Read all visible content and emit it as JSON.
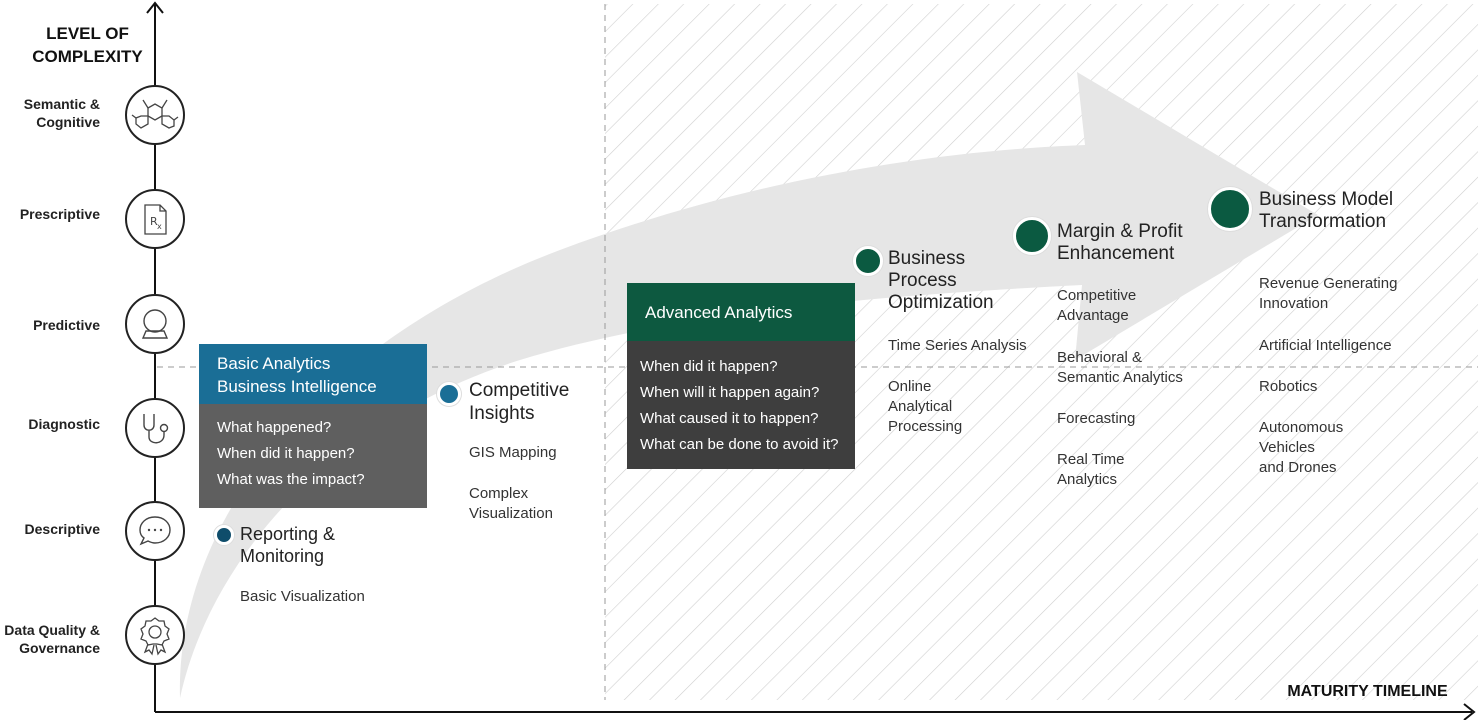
{
  "axes": {
    "y_title_line1": "LEVEL OF",
    "y_title_line2": "COMPLEXITY",
    "x_title": "MATURITY TIMELINE"
  },
  "levels": [
    {
      "line1": "Semantic &",
      "line2": "Cognitive",
      "icon": "molecule-icon"
    },
    {
      "line1": "Prescriptive",
      "line2": "",
      "icon": "prescription-icon"
    },
    {
      "line1": "Predictive",
      "line2": "",
      "icon": "crystal-ball-icon"
    },
    {
      "line1": "Diagnostic",
      "line2": "",
      "icon": "stethoscope-icon"
    },
    {
      "line1": "Descriptive",
      "line2": "",
      "icon": "speech-bubble-icon"
    },
    {
      "line1": "Data Quality &",
      "line2": "Governance",
      "icon": "award-ribbon-icon"
    }
  ],
  "panels": {
    "basic": {
      "title_line1": "Basic Analytics",
      "title_line2": "Business Intelligence",
      "items": [
        "What happened?",
        "When did it happen?",
        "What was the impact?"
      ]
    },
    "advanced": {
      "title": "Advanced Analytics",
      "items": [
        "When did it happen?",
        "When will it happen again?",
        "What caused it to happen?",
        "What can be done to avoid it?"
      ]
    }
  },
  "stages": {
    "reporting": {
      "title_line1": "Reporting &",
      "title_line2": "Monitoring",
      "items": [
        "Basic Visualization"
      ]
    },
    "competitive": {
      "title_line1": "Competitive",
      "title_line2": "Insights",
      "items": [
        "GIS Mapping",
        "Complex",
        "Visualization"
      ]
    },
    "bpo": {
      "title_line1": "Business",
      "title_line2": "Process",
      "title_line3": "Optimization",
      "items": [
        "Time Series Analysis",
        "Online",
        "Analytical",
        "Processing"
      ]
    },
    "margin": {
      "title_line1": "Margin & Profit",
      "title_line2": "Enhancement",
      "items": [
        "Competitive",
        "Advantage",
        "Behavioral &",
        "Semantic Analytics",
        "Forecasting",
        "Real Time",
        "Analytics"
      ]
    },
    "bmt": {
      "title_line1": "Business Model",
      "title_line2": "Transformation",
      "items": [
        "Revenue Generating",
        "Innovation",
        "Artificial Intelligence",
        "Robotics",
        "Autonomous",
        "Vehicles",
        "and Drones"
      ]
    }
  },
  "colors": {
    "blue_panel": "#1a6e96",
    "gray_panel": "#5f5f5f",
    "green_panel": "#0d5940",
    "dark_panel": "#3e3e3e",
    "blue_dot": "#0f4d6b",
    "teal_dot": "#1a6e96",
    "green_dot": "#0b5a41",
    "arrow": "#e6e6e6"
  }
}
